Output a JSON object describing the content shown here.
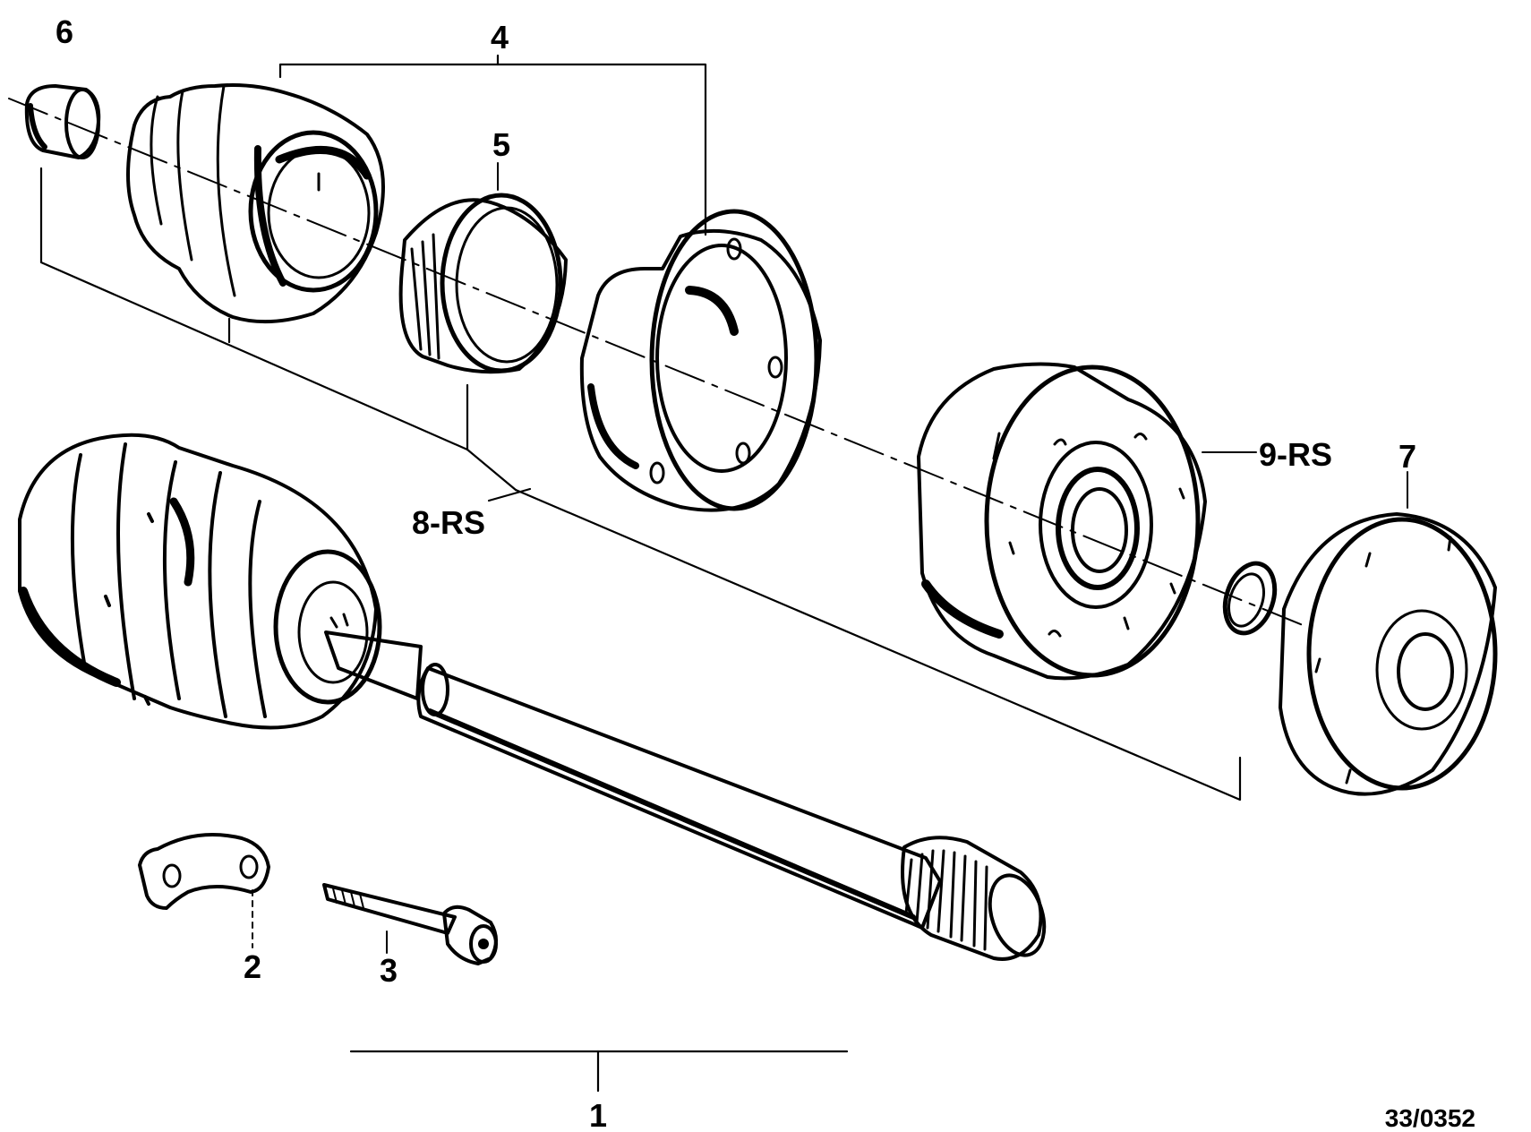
{
  "labels": {
    "p1": "1",
    "p2": "2",
    "p3": "3",
    "p4": "4",
    "p5": "5",
    "p6": "6",
    "p7": "7",
    "p8": "8-RS",
    "p9": "9-RS"
  },
  "diagram_code": "33/0352"
}
